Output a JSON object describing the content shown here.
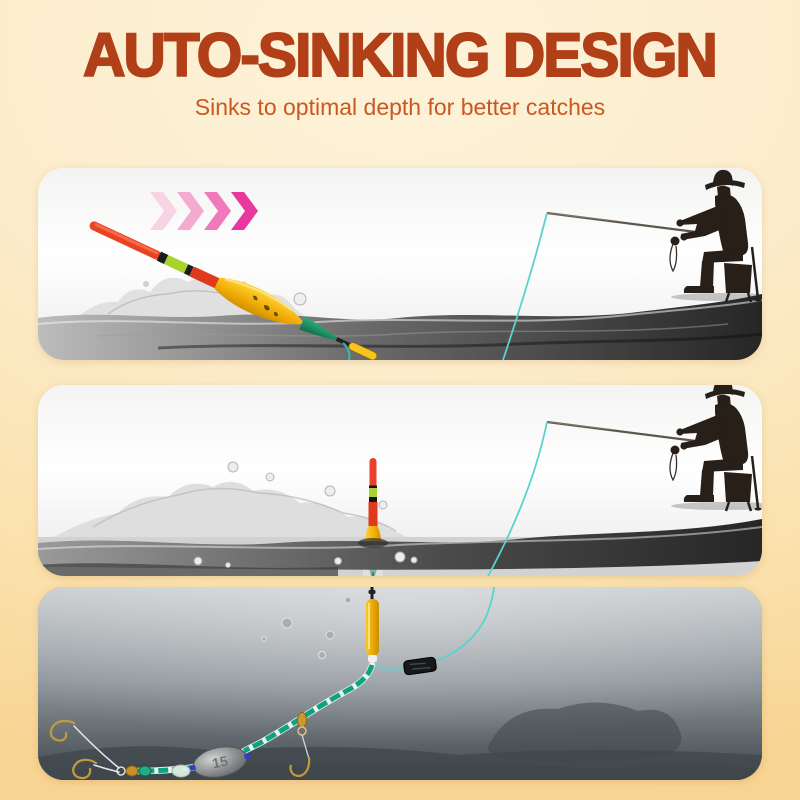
{
  "header": {
    "title": "AUTO-SINKING DESIGN",
    "subtitle": "Sinks to optimal depth for better catches"
  },
  "rig": {
    "sinker_label": "15"
  },
  "icons": {
    "chevrons": "triple-right-chevron-arrows",
    "fisherman": "seated-angler-silhouette",
    "float": "slip-bobber-fishing-float",
    "sinker": "olive-lead-weight",
    "hooks": "gold-fishing-hooks"
  },
  "colors": {
    "title_text": "#b13f17",
    "subtitle_text": "#ca5820",
    "background_top": "#fdf3da",
    "background_edge": "#f8d493",
    "chevron_pink": "#e8379d",
    "fishing_line_cyan": "#5ad2cf",
    "float_red": "#e0391e",
    "float_green_band": "#a7d42c",
    "float_yellow_body": "#f2ae07",
    "leader_teal": "#0ea37d",
    "hook_gold": "#c49a3e",
    "sinker_gray": "#8b8e8f",
    "underwater_gray": "#565e63"
  }
}
